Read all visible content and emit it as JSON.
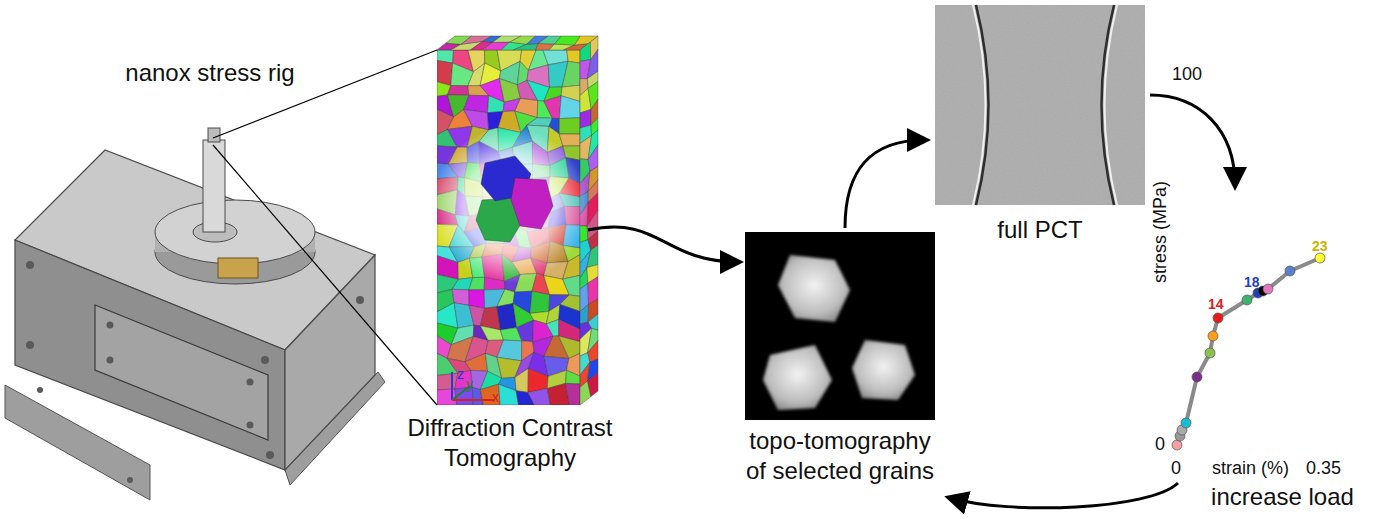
{
  "diagram": {
    "nodes": [
      {
        "text": [
          "nanox stress rig"
        ]
      },
      {
        "text": [
          "Diffraction Contrast Tomography"
        ]
      },
      {
        "text": [
          "topo-tomography of selected grains"
        ]
      },
      {
        "text": [
          "full PCT"
        ]
      },
      {
        "text": [
          "increase load"
        ]
      }
    ],
    "edges": [
      {
        "from": 0,
        "to": 1,
        "arrow": "none"
      },
      {
        "from": 0,
        "to": 1,
        "arrow": "none"
      },
      {
        "from": 1,
        "to": 2,
        "arrow": "to"
      },
      {
        "from": 2,
        "to": 3,
        "arrow": "to"
      },
      {
        "from": 3,
        "to": 4,
        "arrow": "to"
      },
      {
        "from": 4,
        "to": 2,
        "arrow": "to"
      }
    ],
    "labels": [
      "z",
      "y",
      "x",
      "100",
      "stress (MPa)",
      "0",
      "0",
      "strain (%)",
      "0.35",
      "14",
      "18",
      "23"
    ]
  }
}
